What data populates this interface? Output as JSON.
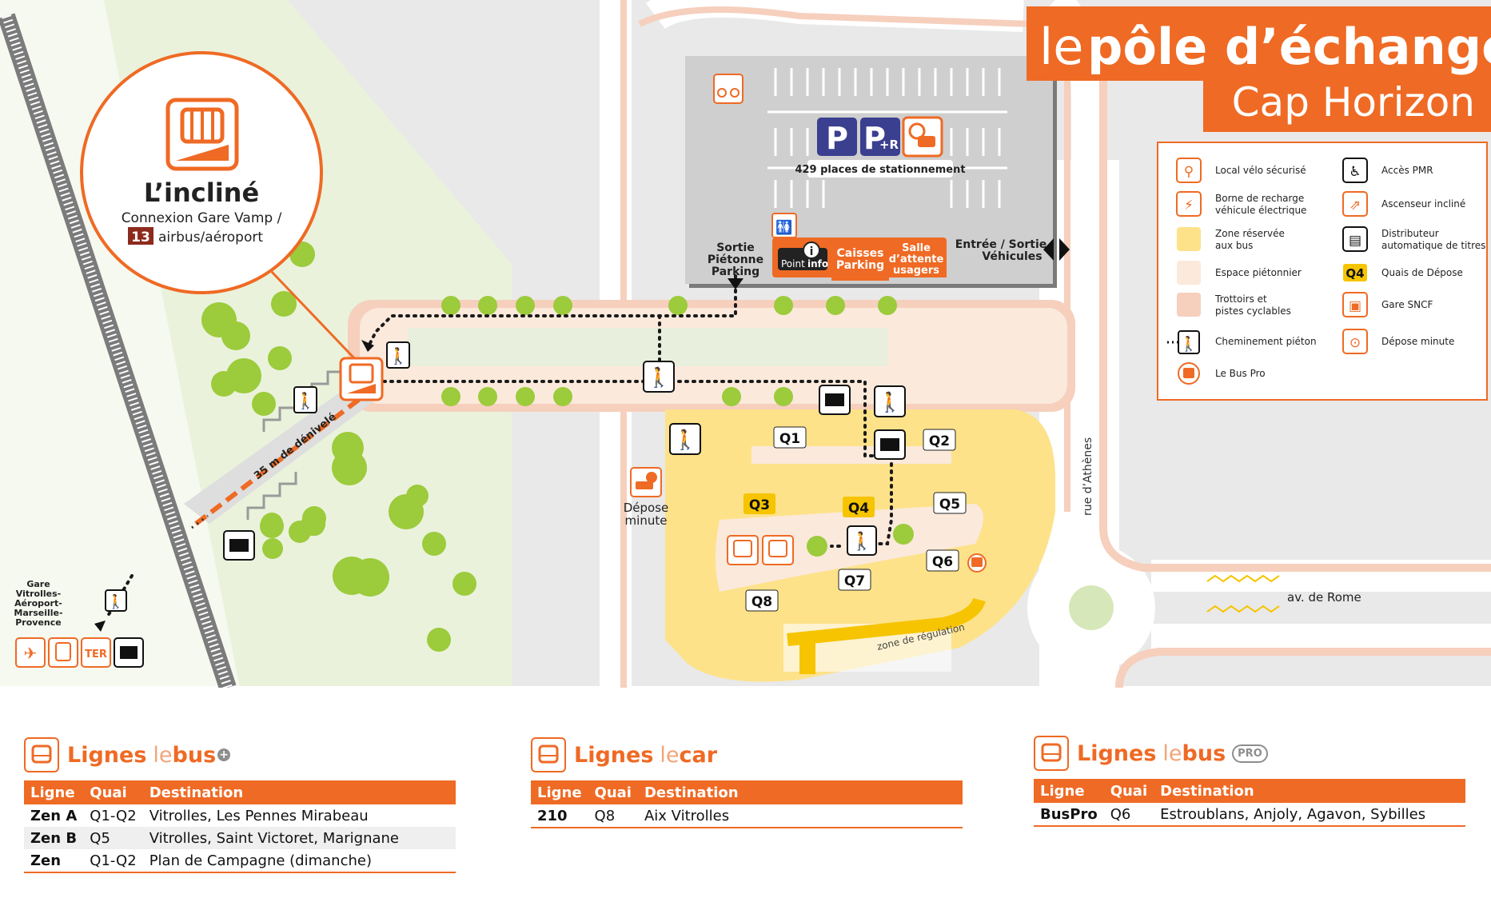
{
  "header": {
    "title_le": "le",
    "title_main": "pôle d’échanges",
    "subtitle": "Cap Horizon"
  },
  "colors": {
    "orange": "#ef6a24",
    "yellow": "#fde28a",
    "yellow_dark": "#f6c400",
    "pedestrian": "#fbe9db",
    "sidewalk": "#f6cfbd",
    "parking_blue": "#3b3f8f",
    "map_bg": "#e9e9e9",
    "green_zone": "#e3efd0",
    "tree": "#9ccb3b"
  },
  "incline": {
    "title": "L’incliné",
    "line1": "Connexion Gare Vamp /",
    "badge": "13",
    "line2": "airbus/aéroport",
    "height_label": "35 m de dénivelé"
  },
  "parking": {
    "capacity": "429 places de stationnement",
    "p_label": "P",
    "pr_label": "P",
    "pr_sub": "+R"
  },
  "building": {
    "point_info_a": "Point",
    "point_info_b": "info",
    "caisses_a": "Caisses",
    "caisses_b": "Parking",
    "salle_a": "Salle",
    "salle_b": "d’attente",
    "salle_c": "usagers"
  },
  "labels": {
    "sortie_a": "Sortie",
    "sortie_b": "Piétonne",
    "sortie_c": "Parking",
    "entree_a": "Entrée / Sortie",
    "entree_b": "Véhicules",
    "depose_a": "Dépose",
    "depose_b": "minute",
    "rue_athenes": "rue d’Athènes",
    "av_rome": "av. de Rome",
    "zone_regulation": "zone de régulation",
    "gare_a": "Gare",
    "gare_b": "Vitrolles-",
    "gare_c": "Aéroport-",
    "gare_d": "Marseille-",
    "gare_e": "Provence",
    "ter": "TER"
  },
  "quais": [
    {
      "name": "Q1",
      "style": "white"
    },
    {
      "name": "Q2",
      "style": "white"
    },
    {
      "name": "Q3",
      "style": "yellow"
    },
    {
      "name": "Q4",
      "style": "yellow"
    },
    {
      "name": "Q5",
      "style": "white"
    },
    {
      "name": "Q6",
      "style": "white"
    },
    {
      "name": "Q7",
      "style": "white"
    },
    {
      "name": "Q8",
      "style": "white"
    }
  ],
  "legend": [
    {
      "label1": "Local vélo sécurisé",
      "label2": "",
      "icon": "bike-icon"
    },
    {
      "label1": "Borne de recharge",
      "label2": "véhicule électrique",
      "icon": "ev-charge-icon"
    },
    {
      "label1": "Zone réservée",
      "label2": "aux bus",
      "icon": "bus-zone-swatch"
    },
    {
      "label1": "Espace piétonnier",
      "label2": "",
      "icon": "pedestrian-swatch"
    },
    {
      "label1": "Trottoirs et",
      "label2": "pistes cyclables",
      "icon": "sidewalk-swatch"
    },
    {
      "label1": "Cheminement piéton",
      "label2": "",
      "icon": "walk-path-icon"
    },
    {
      "label1": "Le Bus Pro",
      "label2": "",
      "icon": "bus-pro-icon"
    },
    {
      "label1": "Accès PMR",
      "label2": "",
      "icon": "wheelchair-icon"
    },
    {
      "label1": "Ascenseur incliné",
      "label2": "",
      "icon": "incline-lift-icon"
    },
    {
      "label1": "Distributeur",
      "label2": "automatique de titres",
      "icon": "ticket-machine-icon"
    },
    {
      "label1": "Quais de Dépose",
      "label2": "",
      "icon": "platform-badge",
      "badge": "Q4"
    },
    {
      "label1": "Gare SNCF",
      "label2": "",
      "icon": "train-icon"
    },
    {
      "label1": "Dépose minute",
      "label2": "",
      "icon": "drop-off-icon"
    }
  ],
  "tables": {
    "bus": {
      "title_a": "Lignes",
      "title_b": "le",
      "title_c": "bus",
      "headers": [
        "Ligne",
        "Quai",
        "Destination"
      ],
      "rows": [
        [
          "Zen A",
          "Q1-Q2",
          "Vitrolles, Les Pennes Mirabeau"
        ],
        [
          "Zen B",
          "Q5",
          "Vitrolles, Saint Victoret, Marignane"
        ],
        [
          "Zen",
          "Q1-Q2",
          "Plan de Campagne (dimanche)"
        ]
      ]
    },
    "car": {
      "title_a": "Lignes",
      "title_b": "le",
      "title_c": "car",
      "headers": [
        "Ligne",
        "Quai",
        "Destination"
      ],
      "rows": [
        [
          "210",
          "Q8",
          "Aix Vitrolles"
        ]
      ]
    },
    "buspro": {
      "title_a": "Lignes",
      "title_b": "le",
      "title_c": "bus",
      "badge": "PRO",
      "headers": [
        "Ligne",
        "Quai",
        "Destination"
      ],
      "rows": [
        [
          "BusPro",
          "Q6",
          "Estroublans, Anjoly, Agavon, Sybilles"
        ]
      ]
    }
  }
}
